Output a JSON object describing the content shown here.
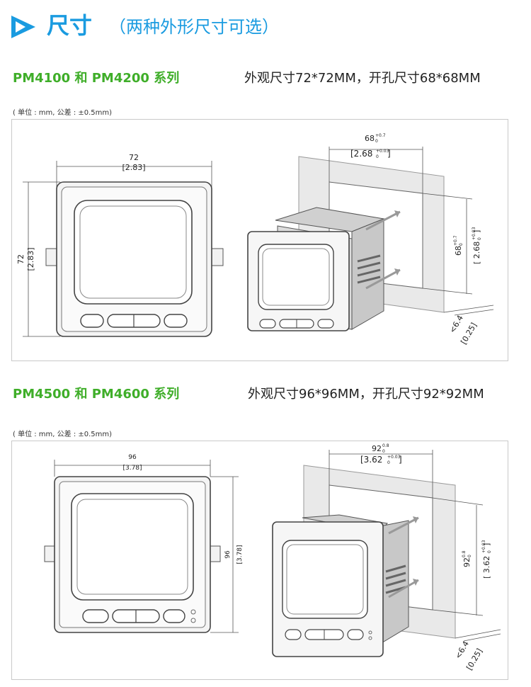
{
  "header": {
    "title": "尺寸",
    "subtitle": "（两种外形尺寸可选）",
    "accent_color": "#1a9be0",
    "icon": "chevron-right-icon"
  },
  "sections": [
    {
      "series": "PM4100 和 PM4200 系列",
      "spec": "外观尺寸72*72MM，开孔尺寸68*68MM",
      "tolerance": "( 单位 : mm, 公差 : ±0.5mm)",
      "front": {
        "width": "72",
        "width_in": "[2.83]",
        "height": "72",
        "height_in": "[2.83]"
      },
      "cutout": {
        "width": "68",
        "width_tol": "+0.7",
        "width_tol0": "0",
        "width_in": "[2.68",
        "width_in_tol": "+0.03",
        "width_in_tol0": "0",
        "width_in_close": "]",
        "height": "68",
        "height_tol": "+0.7",
        "height_tol0": "0",
        "height_in": "[ 2.68",
        "height_in_tol": "+0.03",
        "height_in_tol0": "0",
        "height_in_close": "]",
        "depth": "<6.4",
        "depth_in": "[0.25]"
      }
    },
    {
      "series": "PM4500 和 PM4600 系列",
      "spec": "外观尺寸96*96MM，开孔尺寸92*92MM",
      "tolerance": "( 单位 : mm, 公差 : ±0.5mm)",
      "front": {
        "width": "96",
        "width_in": "[3.78]",
        "height": "96",
        "height_in": "[3.78]"
      },
      "cutout": {
        "width": "92",
        "width_tol": "0.8",
        "width_tol0": "0",
        "width_in": "[3.62",
        "width_in_tol": "+0.03",
        "width_in_tol0": "0",
        "width_in_close": "]",
        "height": "92",
        "height_tol": "0.8",
        "height_tol0": "0",
        "height_in": "[ 3.62",
        "height_in_tol": "+0.03",
        "height_in_tol0": "0",
        "height_in_close": "]",
        "depth": "<6.4",
        "depth_in": "[0.25]"
      }
    }
  ]
}
